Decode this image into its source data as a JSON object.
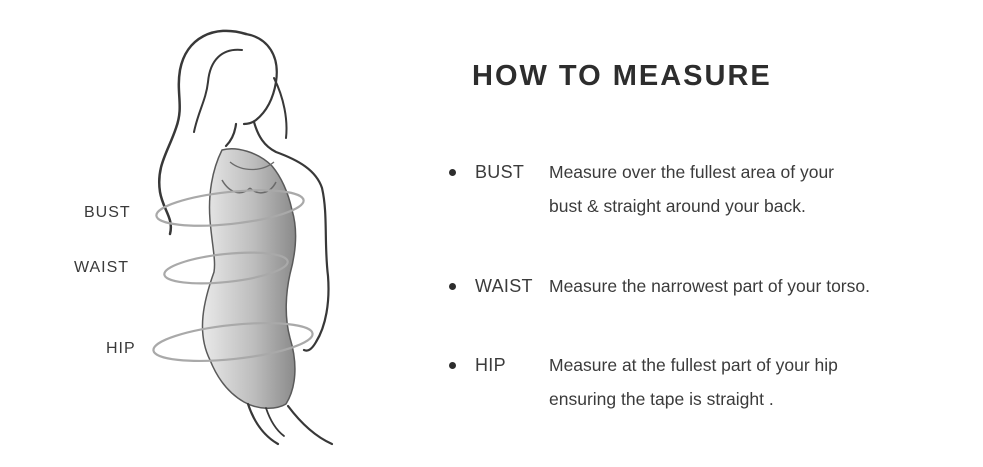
{
  "title": "HOW TO MEASURE",
  "figure": {
    "illustration": "woman-silhouette-with-tape-measure-ellipses",
    "labels": {
      "bust": "BUST",
      "waist": "WAIST",
      "hip": "HIP"
    }
  },
  "instructions": [
    {
      "label": "BUST",
      "lines": [
        "Measure over the fullest area of your",
        "bust & straight around your back."
      ]
    },
    {
      "label": "WAIST",
      "lines": [
        "Measure the narrowest part of your torso."
      ]
    },
    {
      "label": "HIP",
      "lines": [
        "Measure at the fullest part of your hip",
        "ensuring the tape is straight ."
      ]
    }
  ],
  "colors": {
    "title": "#2d2d2d",
    "text": "#3b3b3b",
    "tape_ellipse": "#a9a9a9",
    "line_art": "#383838"
  }
}
